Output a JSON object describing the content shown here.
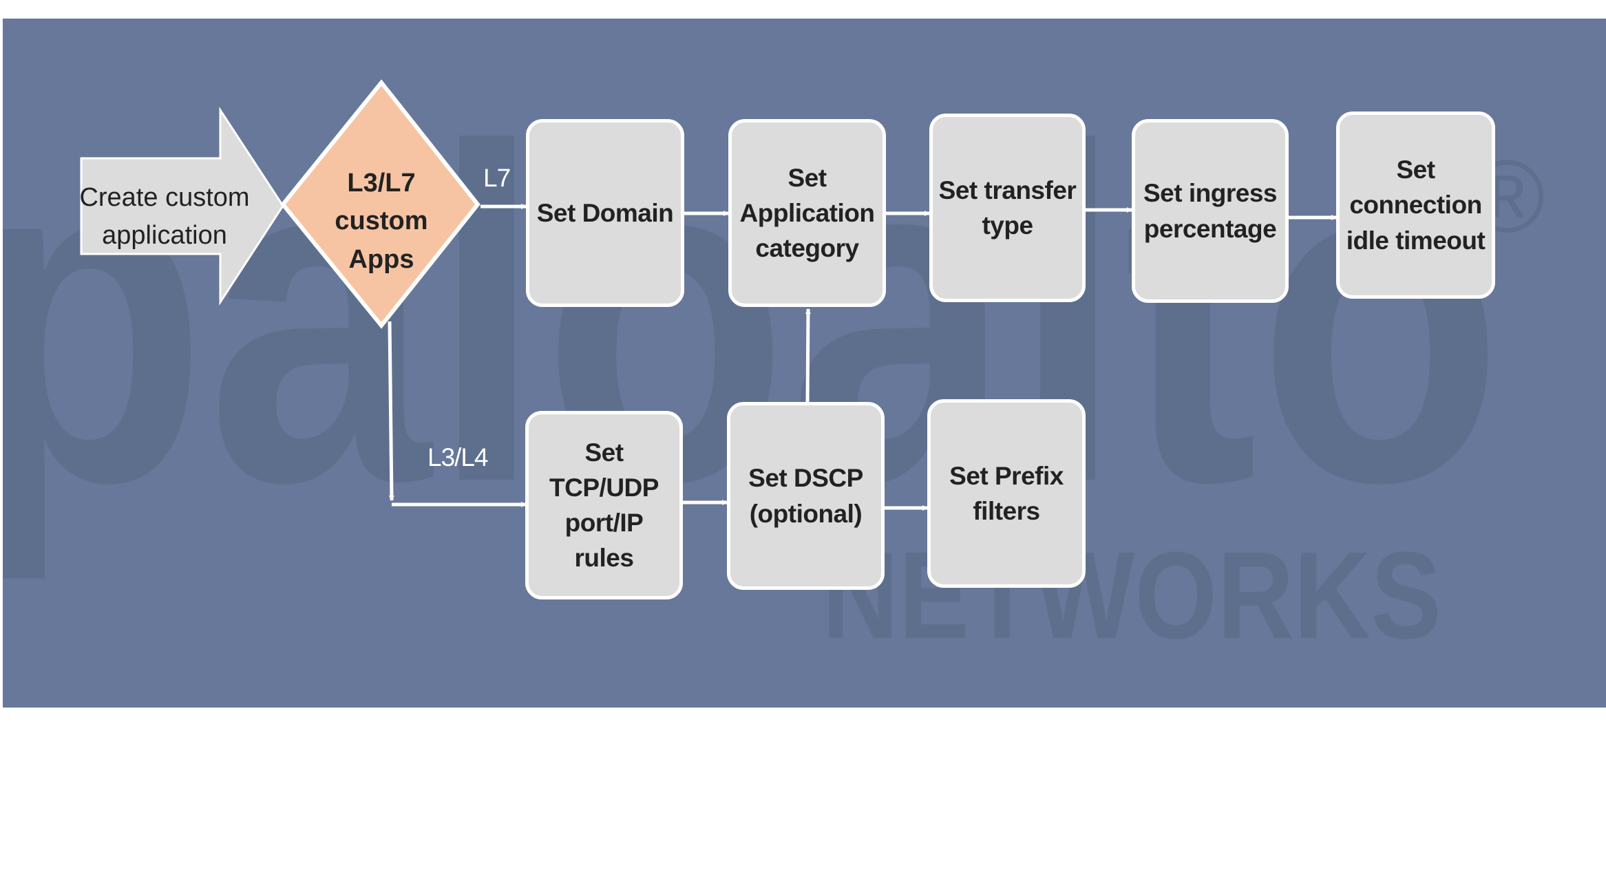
{
  "diagram": {
    "start": {
      "label": "Create custom\napplication",
      "shape": "right-arrow",
      "fill": "#dcdcdc"
    },
    "decision": {
      "label": "L3/L7\ncustom\nApps",
      "shape": "diamond",
      "fill": "#f6c4a3"
    },
    "branch_labels": {
      "l7": "L7",
      "l3l4": "L3/L4"
    },
    "l7_path": [
      {
        "label": "Set Domain"
      },
      {
        "label": "Set\nApplication\ncategory"
      },
      {
        "label": "Set transfer\ntype"
      },
      {
        "label": "Set ingress\npercentage"
      },
      {
        "label": "Set\nconnection\nidle timeout"
      }
    ],
    "l3l4_path": [
      {
        "label": "Set\nTCP/UDP\nport/IP\nrules"
      },
      {
        "label": "Set DSCP\n(optional)"
      },
      {
        "label": "Set Prefix\nfilters"
      }
    ],
    "merge": {
      "from": "Set DSCP (optional)",
      "to": "Set Application category"
    }
  },
  "watermark": {
    "top": "paloalto",
    "registered": "®",
    "bottom": "NETWORKS"
  },
  "colors": {
    "background": "#67789a",
    "watermark": "#5e6f8e",
    "box_fill": "#dcdcdc",
    "box_border": "#ffffff",
    "decision_fill": "#f6c4a3",
    "arrow": "#ffffff",
    "text": "#222222"
  }
}
